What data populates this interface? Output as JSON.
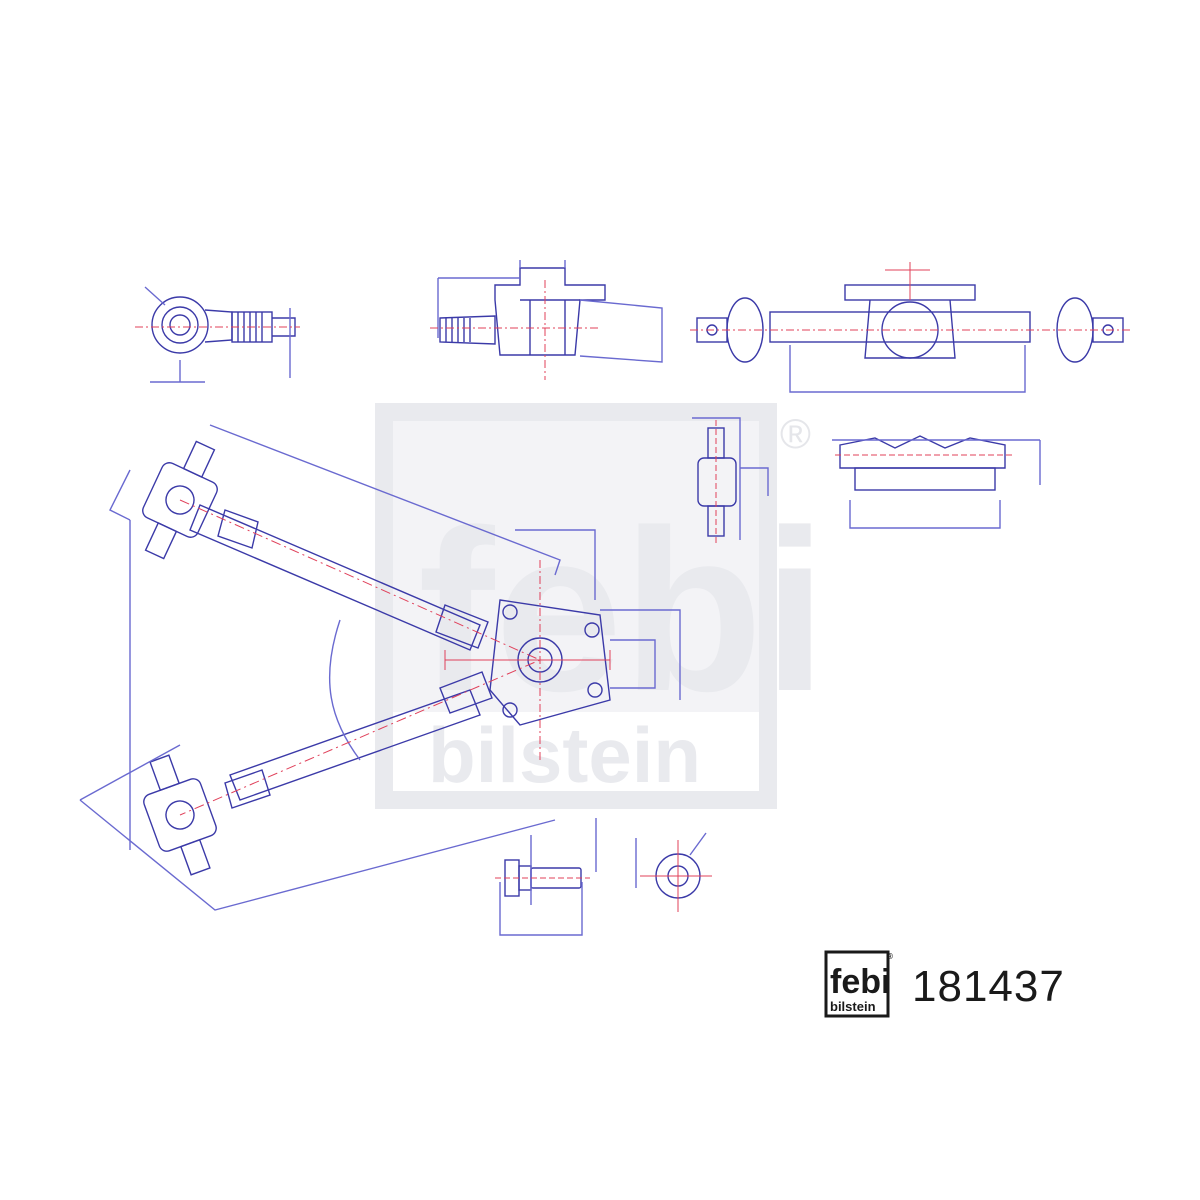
{
  "brand": {
    "logo_main": "febi",
    "logo_sub": "bilstein",
    "registered_mark": "®"
  },
  "product": {
    "part_number": "181437"
  },
  "colors": {
    "outline": "#3b3aa8",
    "dimension": "#6a6ad0",
    "centerline": "#e0405a",
    "watermark": "#e9eaee",
    "text": "#1a1a1a"
  },
  "icons": [
    "febi-bilstein-logo-watermark",
    "febi-bilstein-logo-small",
    "registered-trademark-icon"
  ]
}
